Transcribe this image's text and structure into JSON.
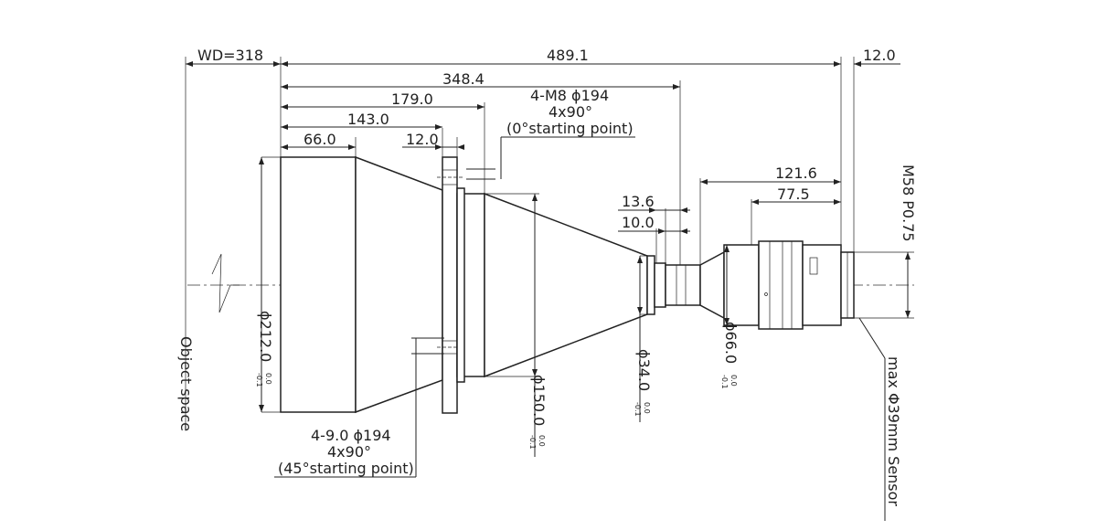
{
  "dimensions": {
    "wd": "WD=318",
    "total_length": "489.1",
    "flange_back": "12.0",
    "to_mount": "348.4",
    "to_flange_rear": "179.0",
    "to_flange_front": "143.0",
    "front_barrel": "66.0",
    "flange_thickness": "12.0",
    "d_13_6": "13.6",
    "d_10_0": "10.0",
    "rear_121_6": "121.6",
    "rear_77_5": "77.5"
  },
  "notes": {
    "top_hole_line1": "4-M8 ϕ194",
    "top_hole_line2": "4x90°",
    "top_hole_line3": "(0°starting point)",
    "bottom_hole_line1": "4-9.0 ϕ194",
    "bottom_hole_line2": "4x90°",
    "bottom_hole_line3": "(45°starting point)"
  },
  "diameters": {
    "d212": "ϕ212.0",
    "d150": "ϕ150.0",
    "d34": "ϕ34.0",
    "d66": "ϕ66.0",
    "tol_upper": "0.0",
    "tol_lower": "-0.1"
  },
  "side_labels": {
    "object_space": "Object space",
    "thread": "M58 P0.75",
    "sensor": "max Φ39mm Sensor"
  }
}
